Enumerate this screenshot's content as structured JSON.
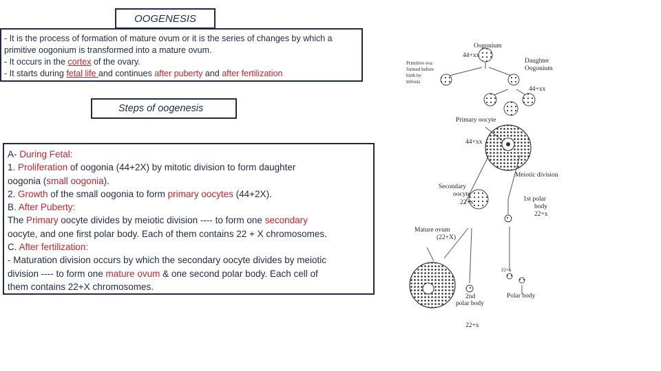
{
  "title": "OOGENESIS",
  "intro": {
    "line1": "- It is the process of formation of mature ovum or it is the series of changes by which a",
    "line2": "primitive oogonium is transformed into a mature ovum.",
    "line3_a": "- It occurs in the ",
    "line3_b": "cortex",
    "line3_c": " of the ovary.",
    "line4_a": "- It starts during ",
    "line4_b": "fetal life ",
    "line4_c": "and continues ",
    "line4_d": "after puberty",
    "line4_e": " and ",
    "line4_f": "after fertilization"
  },
  "steps_title": "Steps of oogenesis",
  "steps": {
    "a_head": "A- ",
    "a_head_red": "During Fetal:",
    "p1_a": "1. ",
    "p1_b": "Proliferation",
    "p1_c": " of oogonia (44+2X) by mitotic division to form daughter",
    "p1_d": "oogonia (",
    "p1_e": "small oogonia",
    "p1_f": ").",
    "p2_a": "2. ",
    "p2_b": "Growth",
    "p2_c": " of the small oogonia to form ",
    "p2_d": "primary oocytes",
    "p2_e": " (44+2X).",
    "b_head": "B. ",
    "b_head_red": "After Puberty:",
    "b1_a": "The ",
    "b1_b": "Primary",
    "b1_c": " oocyte divides by meiotic division ---- to form one ",
    "b1_d": "secondary",
    "b2": "oocyte, and one first polar body. Each of them contains 22 + X chromosomes.",
    "c_head": "C. ",
    "c_head_red": "After fertilization:",
    "c1": "-  Maturation division occurs by which the secondary oocyte divides by meiotic",
    "c2_a": "division ---- to form one ",
    "c2_b": "mature ovum",
    "c2_c": " & one second polar body. Each cell of",
    "c3": "them contains 22+X chromosomes."
  },
  "diagram": {
    "oogonium": "Oogonium",
    "oogonium_chrom": "44+xx",
    "primitive_line1": "Primitive ova",
    "primitive_line2": "formed before",
    "primitive_line3": "birth by",
    "primitive_line4": "mitosis",
    "daughter_line1": "Daughter",
    "daughter_line2": "Oogonium",
    "daughter_chrom": "44+xx",
    "primary_oocyte": "Primary oocyte",
    "primary_chrom": "44+xx",
    "meiotic_division": "Meiotic division",
    "secondary_line1": "Secondary",
    "secondary_line2": "oocyte",
    "secondary_chrom": "22+x",
    "first_polar_line1": "1st polar",
    "first_polar_line2": "body",
    "first_polar_chrom": "22+x",
    "mature_line1": "Mature ovum",
    "mature_chrom": "(22+X)",
    "small_chrom": "22+x",
    "second_polar_line1": "2nd",
    "second_polar_line2": "polar body",
    "second_polar_chrom": "22+x",
    "polar_body": "Polar body"
  }
}
